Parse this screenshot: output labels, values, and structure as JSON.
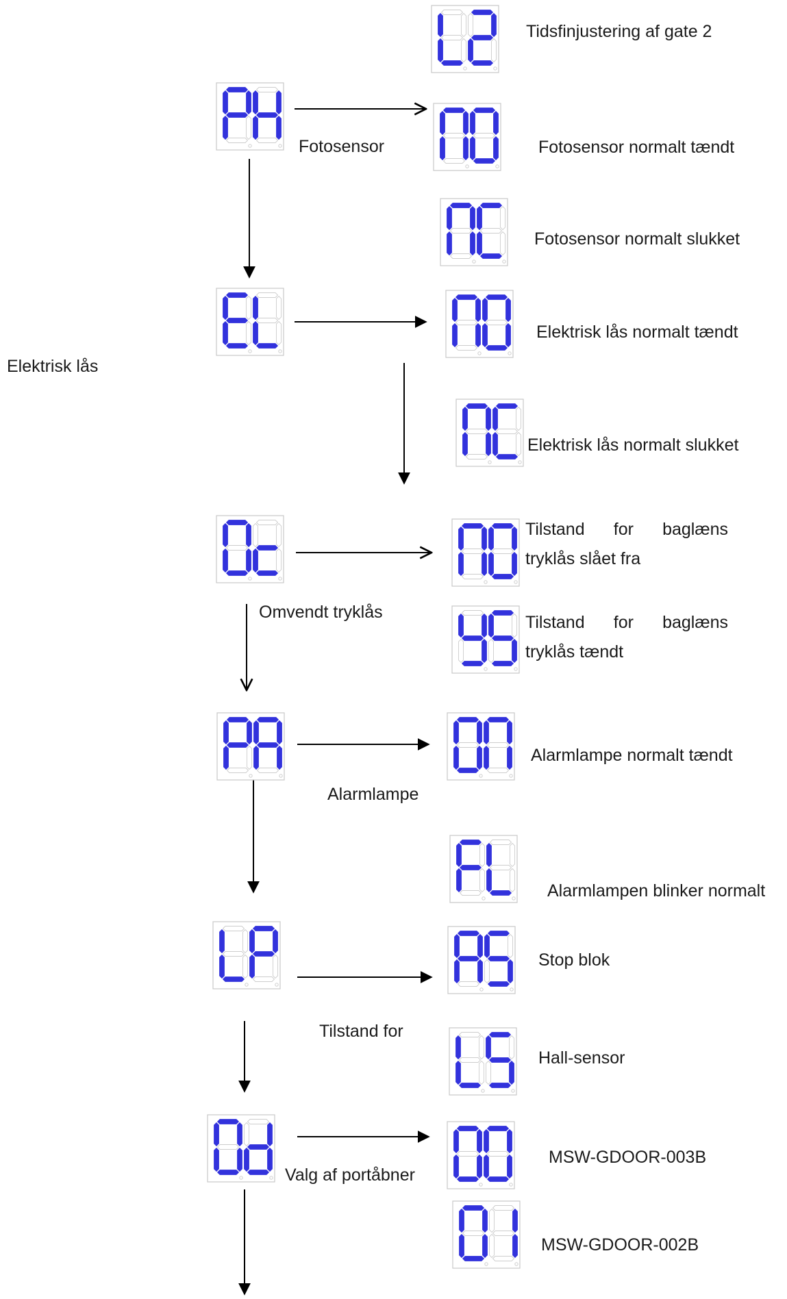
{
  "colors": {
    "lit": "#3232dc",
    "dim": "#cdcdcd",
    "frame": "#c8c8c8",
    "arrow": "#000000"
  },
  "displays": [
    {
      "id": "d-l2-gate",
      "text": "L2"
    },
    {
      "id": "d-ph",
      "text": "PH"
    },
    {
      "id": "d-photo-no",
      "text": "nO"
    },
    {
      "id": "d-photo-nc",
      "text": "nC"
    },
    {
      "id": "d-el",
      "text": "EL"
    },
    {
      "id": "d-lock-no",
      "text": "nO"
    },
    {
      "id": "d-lock-nc",
      "text": "nC"
    },
    {
      "id": "d-oc",
      "text": "Oc"
    },
    {
      "id": "d-oc-no",
      "text": "nO"
    },
    {
      "id": "d-oc-ys",
      "text": "YS"
    },
    {
      "id": "d-pa",
      "text": "PA"
    },
    {
      "id": "d-alarm-on",
      "text": "On"
    },
    {
      "id": "d-alarm-fl",
      "text": "FL"
    },
    {
      "id": "d-lp",
      "text": "LP"
    },
    {
      "id": "d-as",
      "text": "AS"
    },
    {
      "id": "d-ls",
      "text": "LS"
    },
    {
      "id": "d-od",
      "text": "Od"
    },
    {
      "id": "d-model-00",
      "text": "00"
    },
    {
      "id": "d-model-01",
      "text": "01"
    }
  ],
  "labels": {
    "gate2": "Tidsfinjustering af gate 2",
    "photo": "Fotosensor",
    "photo_no": "Fotosensor normalt tændt",
    "photo_nc": "Fotosensor normalt slukket",
    "lock": "Elektrisk lås",
    "lock_no": "Elektrisk lås normalt tændt",
    "lock_nc": "Elektrisk lås normalt slukket",
    "reverse": "Omvendt tryklås",
    "reverse_off_l1": [
      "Tilstand",
      "for",
      "baglæns"
    ],
    "reverse_off_l2": "tryklås slået fra",
    "reverse_on_l1": [
      "Tilstand",
      "for",
      "baglæns"
    ],
    "reverse_on_l2": "tryklås tændt",
    "alarm": "Alarmlampe",
    "alarm_on": "Alarmlampe normalt tændt",
    "alarm_flash": "Alarmlampen blinker normalt",
    "state": "Tilstand for",
    "stop": "Stop blok",
    "hall": "Hall-sensor",
    "opener": "Valg af portåbner",
    "model_a": "MSW-GDOOR-003B",
    "model_b": "MSW-GDOOR-002B"
  }
}
